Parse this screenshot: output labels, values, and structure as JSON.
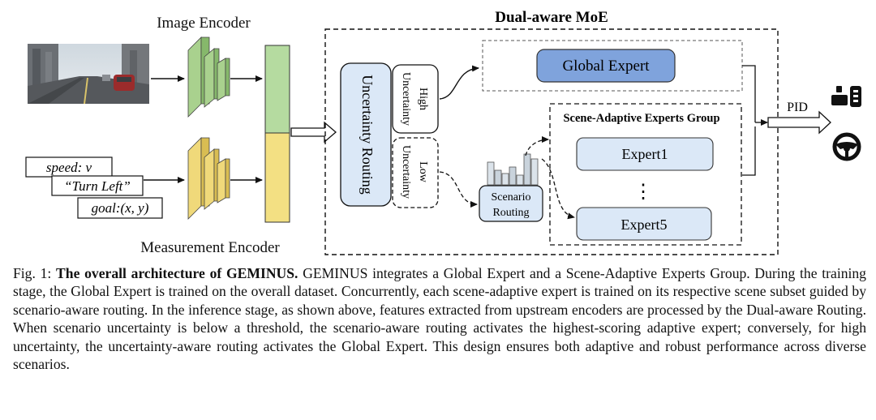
{
  "figure": {
    "image_encoder_label": "Image Encoder",
    "measurement_encoder_label": "Measurement Encoder",
    "inputs": {
      "speed": "speed: v",
      "command": "“Turn Left”",
      "goal": "goal:(x, y)"
    },
    "moe_title": "Dual-aware MoE",
    "uncertainty_routing": "Uncertainty Routing",
    "high_uncertainty": [
      "High",
      "Uncertainty"
    ],
    "low_uncertainty": [
      "Low",
      "Uncertainty"
    ],
    "global_expert": "Global Expert",
    "scene_group_title": "Scene-Adaptive Experts Group",
    "expert_top": "Expert1",
    "expert_dots": "⋮",
    "expert_bottom": "Expert5",
    "scenario_routing": [
      "Scenario",
      "Routing"
    ],
    "pid_label": "PID",
    "colors": {
      "image_encoder": "#a9d18e",
      "measurement_encoder": "#f0d97a",
      "global_expert": "#7fa3dc",
      "expert_fill": "#dbe8f7",
      "routing_fill": "#dbe8f7"
    },
    "icons": [
      "pedal-icon",
      "steering-wheel-icon",
      "road-scene-image",
      "histogram-icon"
    ]
  },
  "caption": {
    "prefix": "Fig. 1: ",
    "bold": "The overall architecture of GEMINUS.",
    "text": " GEMINUS integrates a Global Expert and a Scene-Adaptive Experts Group. During the training stage, the Global Expert is trained on the overall dataset. Concurrently, each scene-adaptive expert is trained on its respective scene subset guided by scenario-aware routing. In the inference stage, as shown above, features extracted from upstream encoders are processed by the Dual-aware Routing. When scenario uncertainty is below a threshold, the scenario-aware routing activates the highest-scoring adaptive expert; conversely, for high uncertainty, the uncertainty-aware routing activates the Global Expert. This design ensures both adaptive and robust performance across diverse scenarios."
  }
}
